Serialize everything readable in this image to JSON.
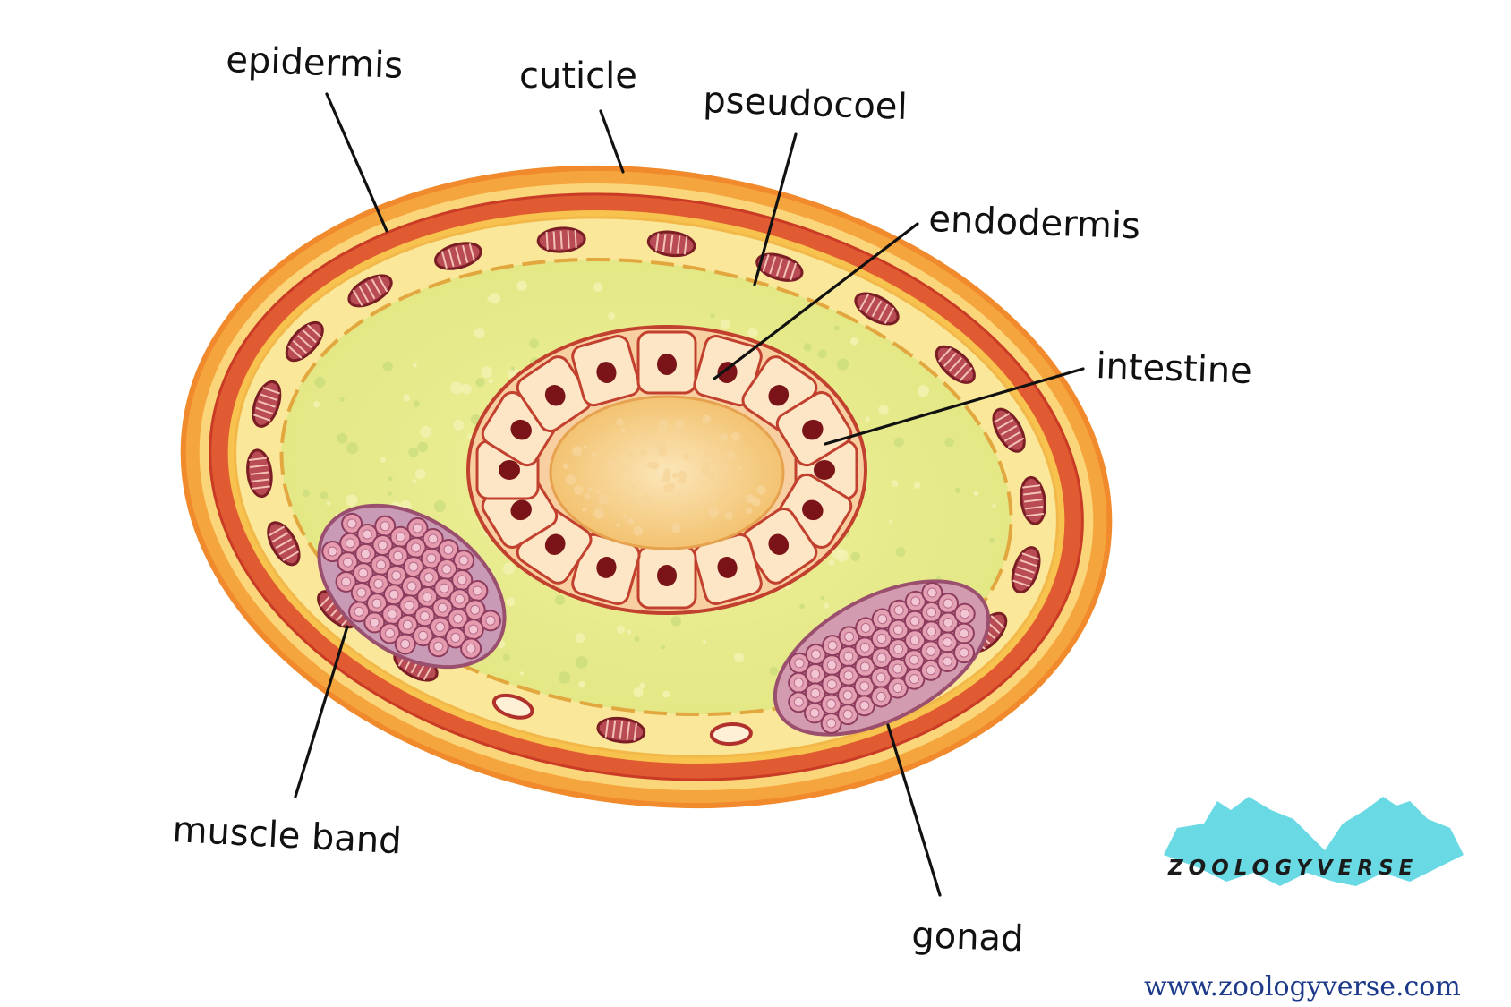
{
  "labels": {
    "epidermis": "epidermis",
    "cuticle": "cuticle",
    "pseudocoel": "pseudocoel",
    "endodermis": "endodermis",
    "intestine": "intestine",
    "muscle_band": "muscle band",
    "gonad": "gonad"
  },
  "watermark": {
    "logo_text": "ZOOLOGYVERSE",
    "url": "www.zoologyverse.com"
  },
  "colors": {
    "cuticle_orange": "#f08a2c",
    "muscle_red": "#d9472b",
    "pseudocoel_yellow": "#ecec8c",
    "cell_cream": "#fbe1bd",
    "nucleus": "#7a1418",
    "gonad_pink": "#d98ba8",
    "logo_cyan": "#59d6e0"
  }
}
